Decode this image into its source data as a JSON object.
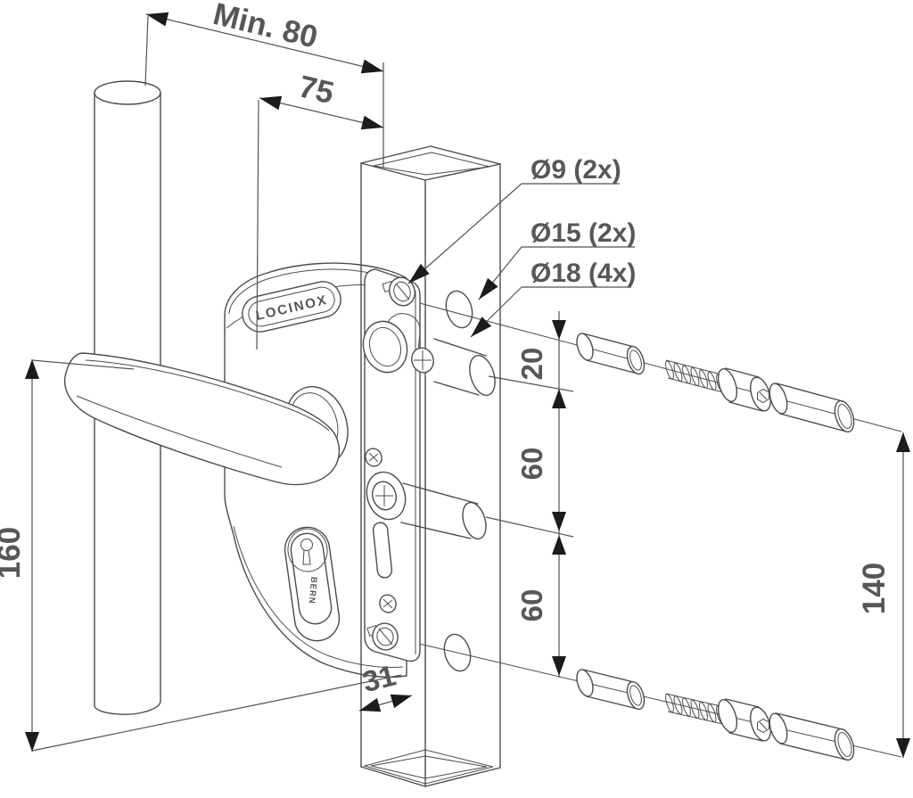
{
  "labels": {
    "min_80": "Min. 80",
    "d75": "75",
    "dia9": "Ø9 (2x)",
    "dia15": "Ø15 (2x)",
    "dia18": "Ø18 (4x)",
    "d20": "20",
    "d60_upper": "60",
    "d60_lower": "60",
    "d160": "160",
    "d140": "140",
    "d31": "31",
    "brand": "LOCINOX",
    "cylinder_brand": "BERN"
  }
}
